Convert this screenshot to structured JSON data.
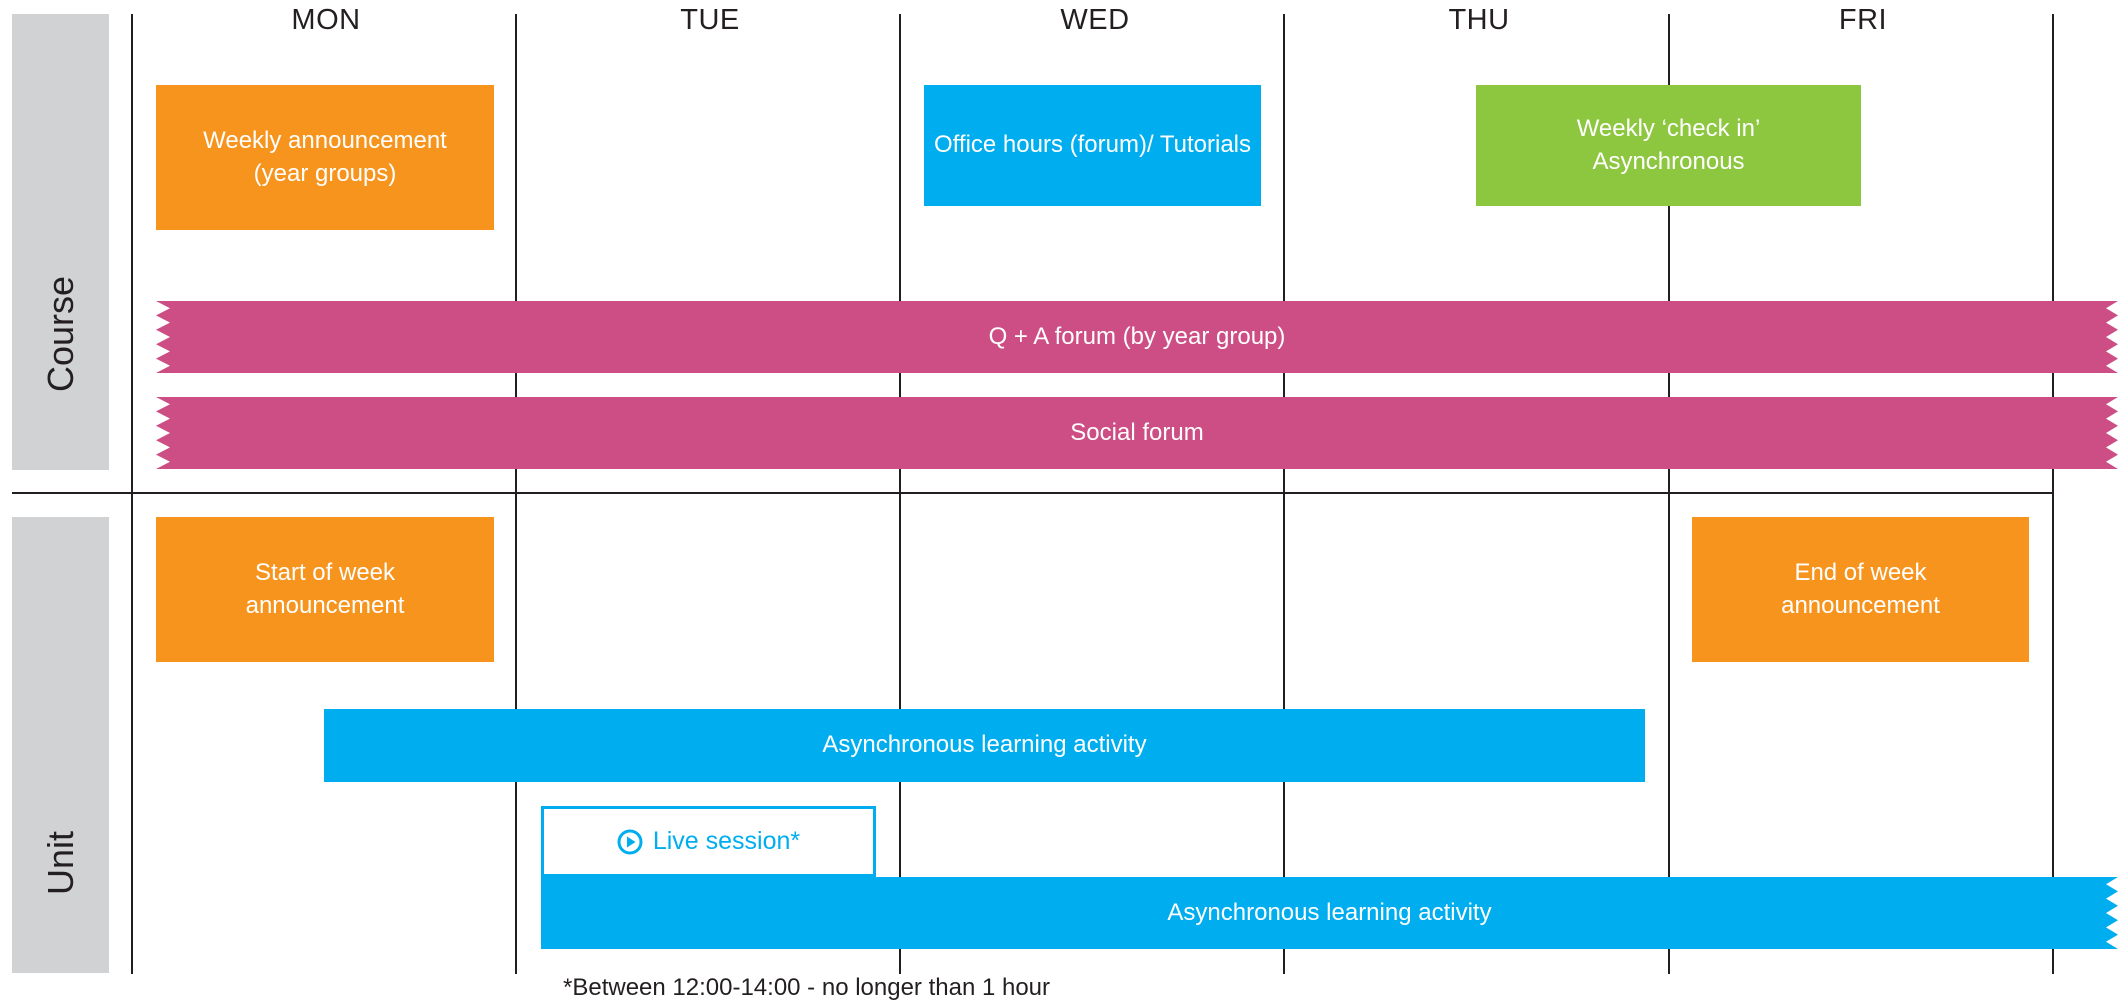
{
  "sections": {
    "course": "Course",
    "unit": "Unit"
  },
  "days": [
    "MON",
    "TUE",
    "WED",
    "THU",
    "FRI"
  ],
  "course_blocks": {
    "weekly_announcement": "Weekly announcement\n(year groups)",
    "office_hours": "Office hours  (forum)/ Tutorials",
    "weekly_check_in": "Weekly ‘check in’\nAsynchronous",
    "qa_forum": "Q + A forum (by year group)",
    "social_forum": "Social forum"
  },
  "unit_blocks": {
    "start_of_week": "Start of week\nannouncement",
    "end_of_week": "End of week\nannouncement",
    "async_activity_1": "Asynchronous learning activity",
    "live_session": "Live session*",
    "async_activity_2": "Asynchronous learning activity"
  },
  "footnote": "*Between 12:00-14:00 - no longer than 1 hour",
  "colors": {
    "orange": "#f7941d",
    "blue": "#00aeef",
    "green": "#8dc63f",
    "pink": "#cc4e85",
    "label_gray": "#d1d2d4",
    "line": "#231f20"
  },
  "icons": {
    "live_session": "play-circle-icon"
  }
}
